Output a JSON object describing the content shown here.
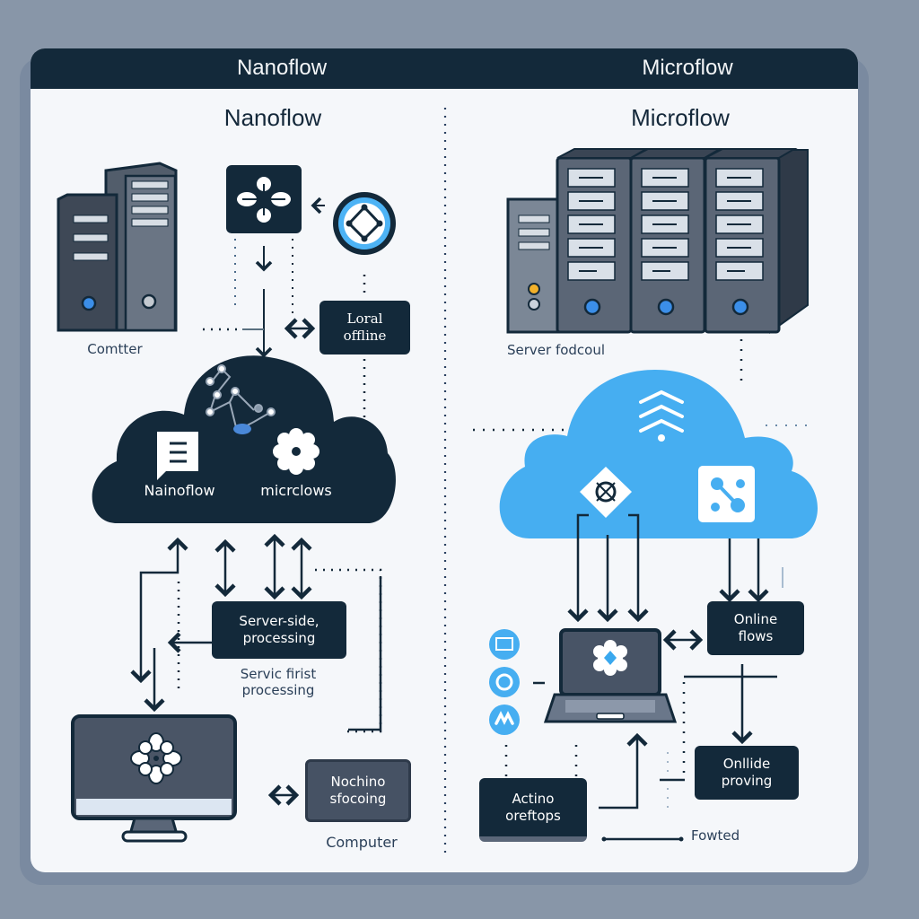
{
  "header": {
    "left_title": "Nanoflow",
    "right_title": "Microflow"
  },
  "left_panel": {
    "subtitle": "Nanoflow",
    "server_caption": "Comtter",
    "local_box": "Loral offline",
    "cloud_labels": [
      "Nainoflow",
      "micrclows"
    ],
    "server_side_box": "Server-side, processing",
    "service_caption": "Servic firist processing",
    "machine_box": "Nochino sfocoing",
    "computer_caption": "Computer"
  },
  "right_panel": {
    "subtitle": "Microflow",
    "server_caption": "Server fodcoul",
    "online_flows_box": "Online flows",
    "online_proc_box": "Onllide proving",
    "active_box": "Actino oreftops",
    "forwarded_caption": "Fowted"
  },
  "colors": {
    "dark": "#13293a",
    "accent_blue": "#45aef0",
    "background": "#8896a8",
    "card": "#f5f7fa"
  },
  "icons": {
    "left": [
      "server-tower-icon",
      "flow-node-icon",
      "network-diamond-icon",
      "molecule-graph-icon",
      "document-icon",
      "flower-gear-icon",
      "monitor-icon"
    ],
    "right": [
      "server-rack-icon",
      "signal-waves-icon",
      "diamond-node-icon",
      "share-graph-icon",
      "laptop-icon",
      "window-icon",
      "refresh-icon",
      "link-icon"
    ]
  }
}
